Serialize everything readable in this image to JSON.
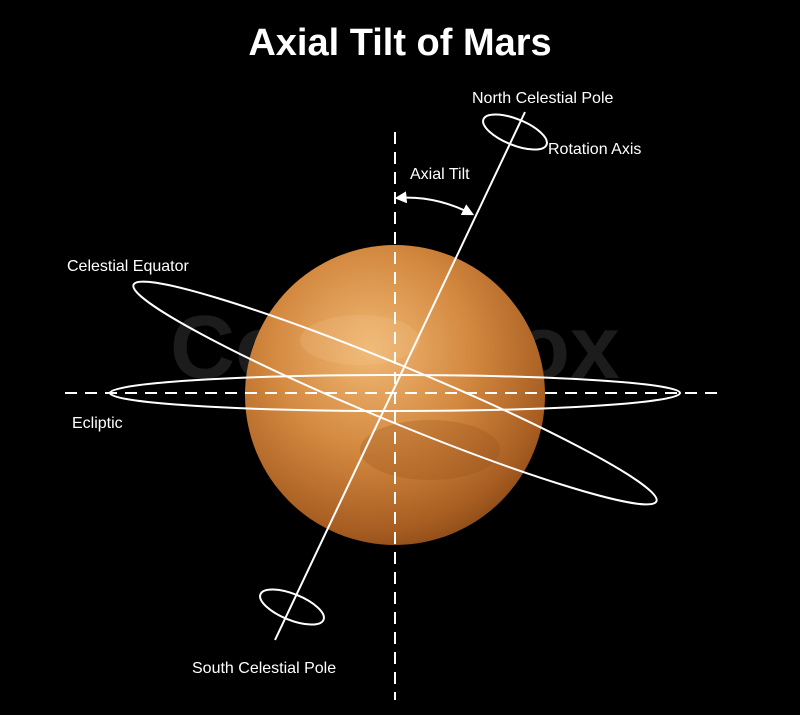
{
  "title": "Axial Tilt of Mars",
  "labels": {
    "north_pole": "North Celestial Pole",
    "rotation_axis": "Rotation Axis",
    "axial_tilt": "Axial Tilt",
    "celestial_equator": "Celestial Equator",
    "ecliptic": "Ecliptic",
    "south_pole": "South Celestial Pole"
  },
  "watermark": "Colourbox",
  "colors": {
    "background": "#000000",
    "planet_light": "#e8a865",
    "planet_dark": "#8a4714",
    "lines": "#ffffff"
  }
}
